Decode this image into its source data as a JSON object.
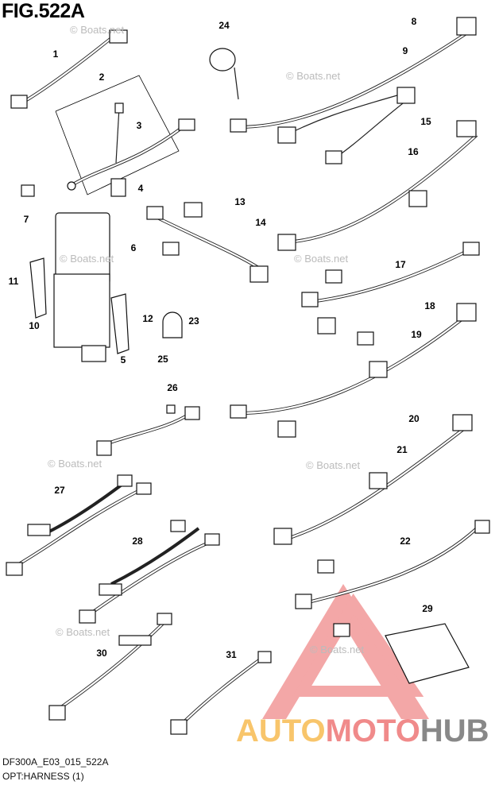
{
  "figure": {
    "title": "FIG.522A",
    "code": "DF300A_E03_015_522A",
    "name": "OPT:HARNESS (1)"
  },
  "watermark": "© Boats.net",
  "logo": {
    "part1": "AUTO",
    "part2": "MOTO",
    "part3": "HUB",
    "colors": {
      "auto": "#f8c56b",
      "moto": "#f08a8a",
      "hub": "#888888"
    }
  },
  "callouts": [
    "1",
    "2",
    "3",
    "4",
    "5",
    "6",
    "7",
    "8",
    "9",
    "10",
    "11",
    "12",
    "13",
    "14",
    "15",
    "16",
    "17",
    "18",
    "19",
    "20",
    "21",
    "22",
    "23",
    "24",
    "25",
    "26",
    "27",
    "28",
    "29",
    "30",
    "31"
  ]
}
